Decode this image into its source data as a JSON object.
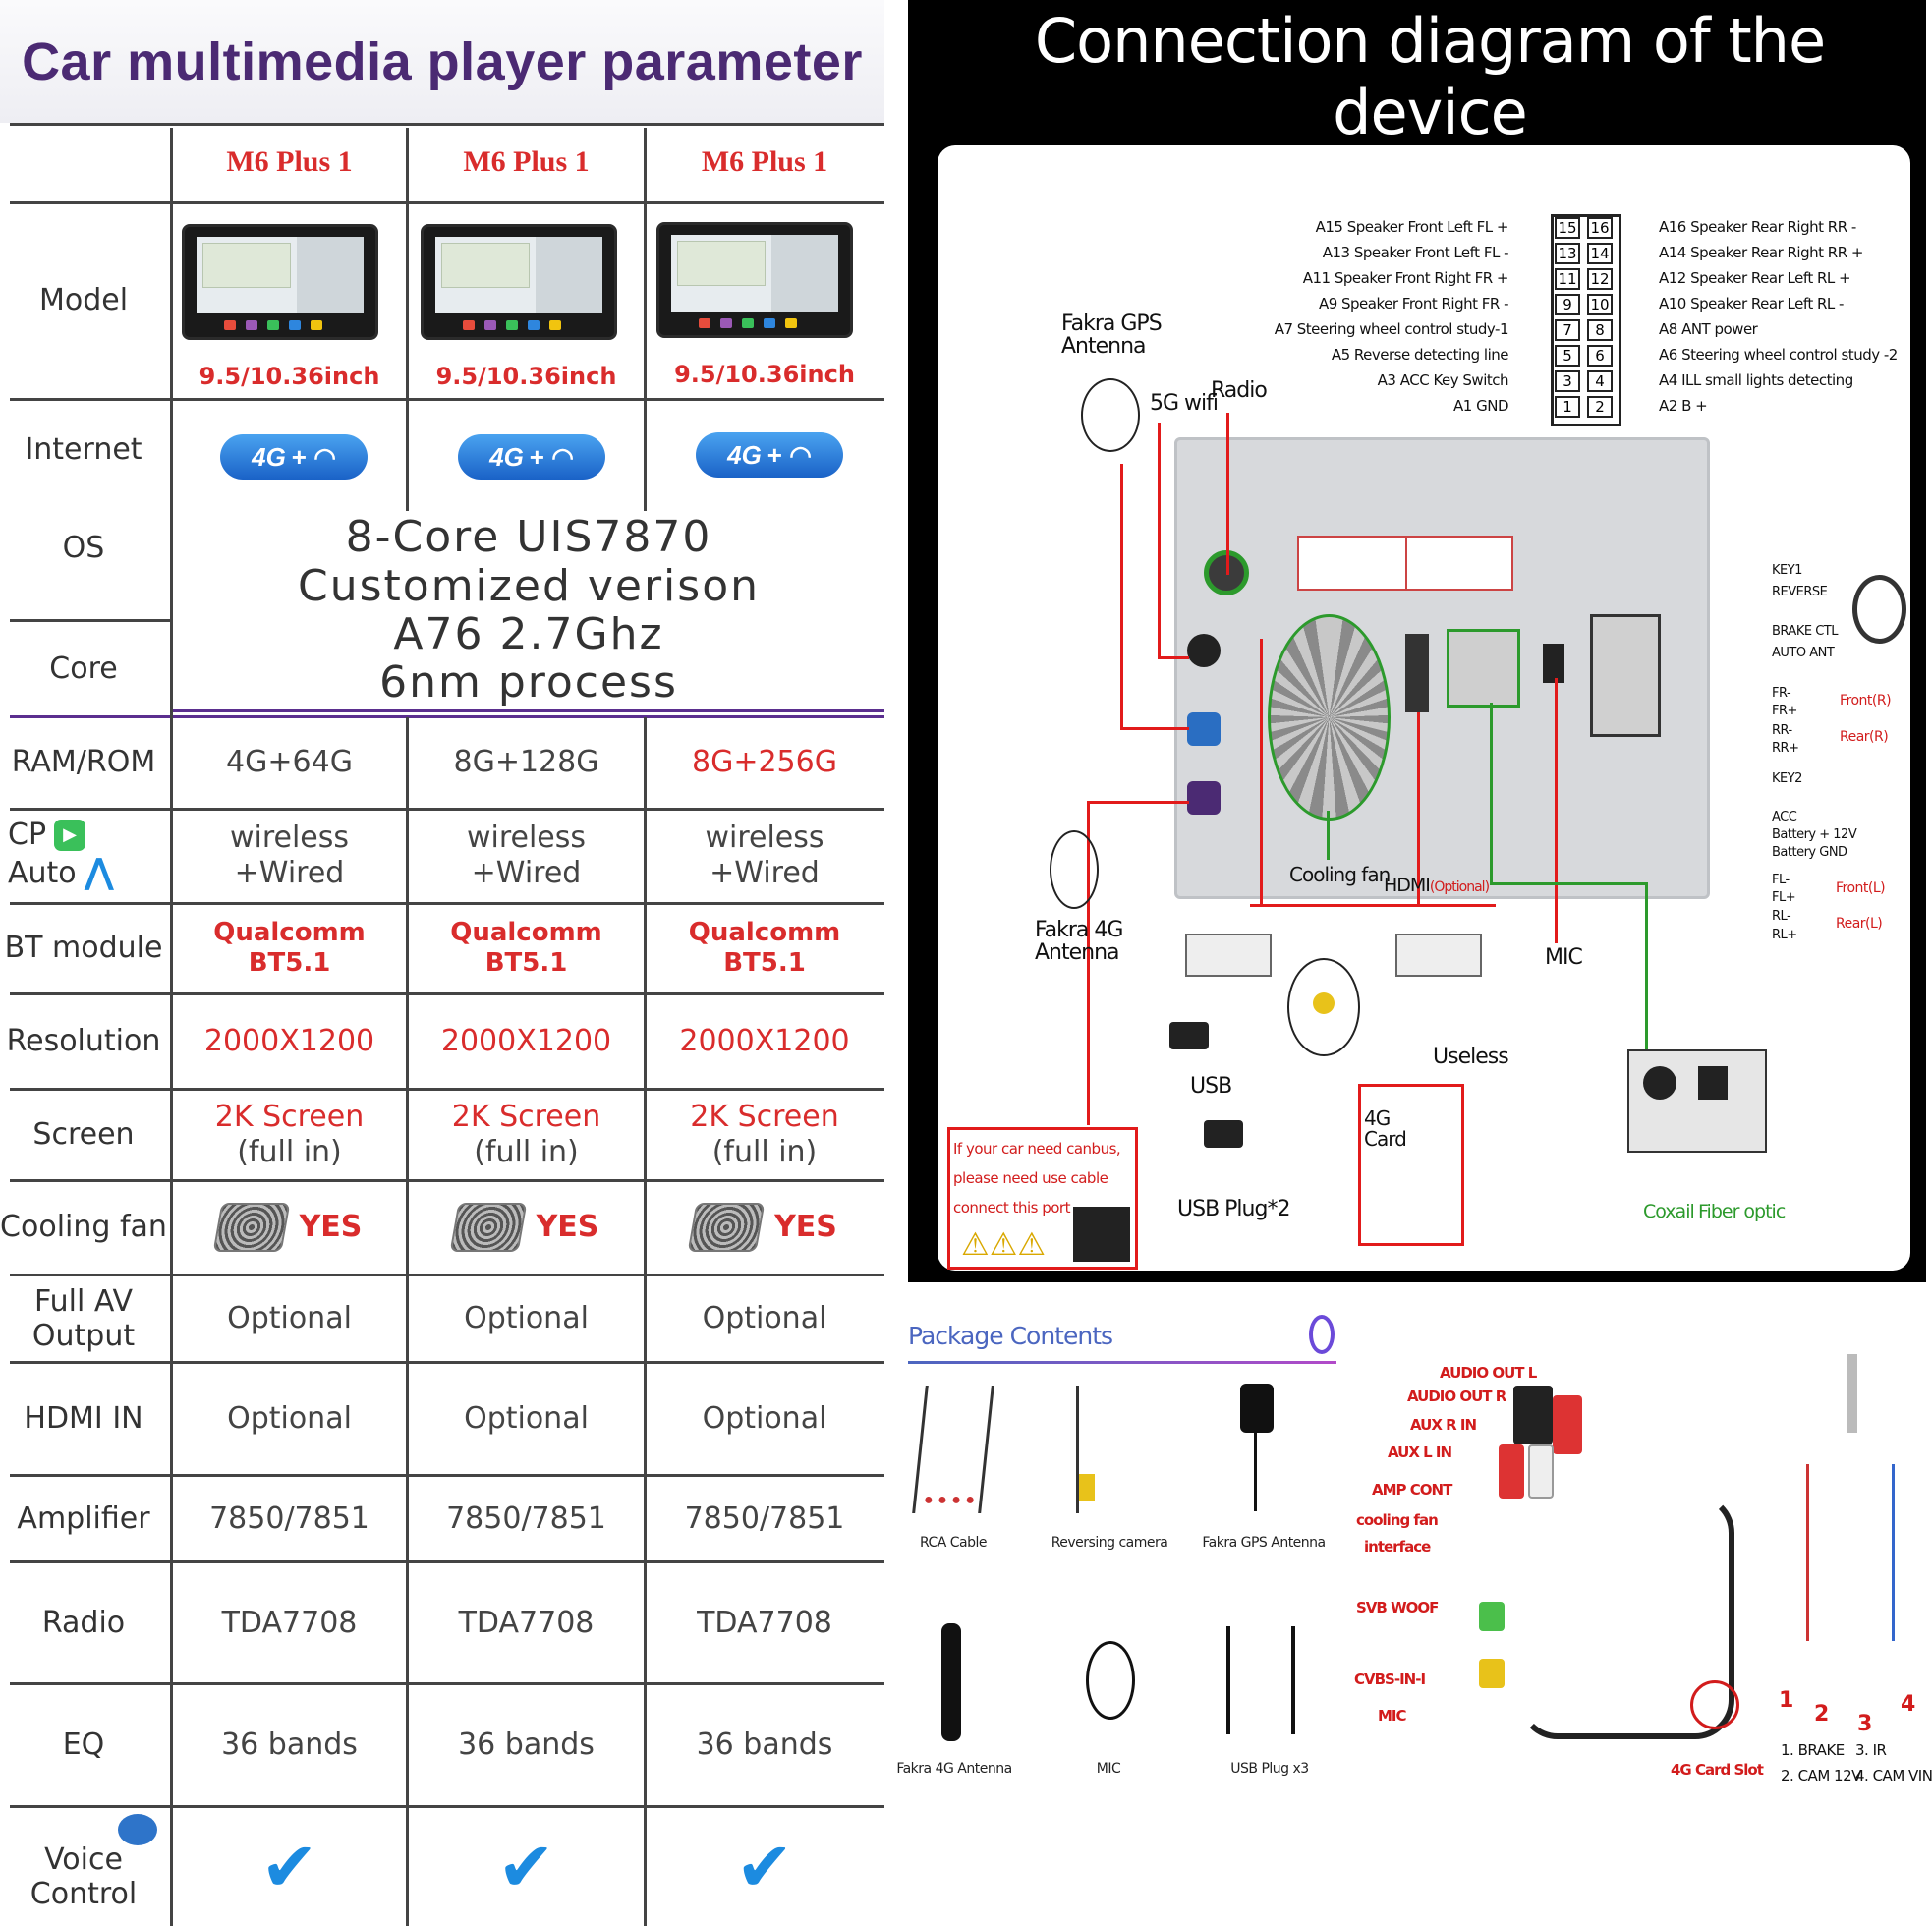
{
  "spec": {
    "title": "Car multimedia player parameter",
    "columns": [
      "M6 Plus 1",
      "M6 Plus 1",
      "M6 Plus 1"
    ],
    "screen_sizes": [
      "9.5/10.36inch",
      "9.5/10.36inch",
      "9.5/10.36inch"
    ],
    "labels": {
      "model": "Model",
      "internet": "Internet",
      "os": "OS",
      "core": "Core",
      "ram": "RAM/ROM",
      "cp_line1": "CP",
      "cp_line2": "Auto",
      "bt": "BT module",
      "resolution": "Resolution",
      "screen": "Screen",
      "fan": "Cooling fan",
      "av_line1": "Full AV",
      "av_line2": "Output",
      "hdmi": "HDMI IN",
      "amp": "Amplifier",
      "radio": "Radio",
      "eq": "EQ",
      "voice_line1": "Voice",
      "voice_line2": "Control"
    },
    "badge_4g": "4G",
    "os_lines": [
      "8-Core UIS7870",
      "Customized verison",
      "A76 2.7Ghz",
      "6nm process"
    ],
    "ram": [
      "4G+64G",
      "8G+128G",
      "8G+256G"
    ],
    "cp": {
      "line1": "wireless",
      "line2": "+Wired"
    },
    "bt": {
      "line1": "Qualcomm",
      "line2": "BT5.1"
    },
    "resolution": "2000X1200",
    "screen": {
      "line1": "2K Screen",
      "line2": "(full in)"
    },
    "fan": "YES",
    "av": "Optional",
    "hdmi": "Optional",
    "amp": "7850/7851",
    "radio": "TDA7708",
    "eq": "36 bands",
    "voice": "✔"
  },
  "diagram": {
    "title": "Connection diagram of the device",
    "pins_left": [
      "A15 Speaker Front Left FL +",
      "A13 Speaker Front Left FL -",
      "A11 Speaker Front Right FR +",
      "A9 Speaker Front Right FR -",
      "A7 Steering wheel control study-1",
      "A5 Reverse detecting line",
      "A3 ACC Key Switch",
      "A1 GND"
    ],
    "pins_right": [
      "A16 Speaker Rear Right RR -",
      "A14 Speaker Rear Right RR +",
      "A12 Speaker Rear Left RL +",
      "A10 Speaker Rear Left RL -",
      "A8  ANT power",
      "A6  Steering wheel control study -2",
      "A4  ILL small lights detecting",
      "A2  B +"
    ],
    "pin_numbers_left": [
      "15",
      "13",
      "11",
      "9",
      "7",
      "5",
      "3",
      "1"
    ],
    "pin_numbers_right": [
      "16",
      "14",
      "12",
      "10",
      "8",
      "6",
      "4",
      "2"
    ],
    "gps_line1": "Fakra GPS",
    "gps_line2": "Antenna",
    "wifi": "5G wifi",
    "radio": "Radio",
    "fourg_line1": "Fakra 4G",
    "fourg_line2": "Antenna",
    "cooling": "Cooling fan",
    "hdmi": "HDMI",
    "hdmi_opt": "(Optional)",
    "mic": "MIC",
    "usb": "USB",
    "usb_plug": "USB Plug*2",
    "useless": "Useless",
    "card_line1": "4G",
    "card_line2": "Card",
    "coax": "Coxail",
    "fiber": "Fiber optic",
    "right_labels": [
      "KEY1",
      "REVERSE",
      "BRAKE CTL",
      "AUTO ANT",
      "FR-",
      "FR+",
      "RR-",
      "RR+",
      "KEY2",
      "ACC",
      "Battery + 12V",
      "Battery GND",
      "FL-",
      "FL+",
      "RL-",
      "RL+"
    ],
    "front_r": "Front(R)",
    "rear_r": "Rear(R)",
    "front_l": "Front(L)",
    "rear_l": "Rear(L)",
    "warn_line1": "If your car need canbus,",
    "warn_line2": "please need use cable",
    "warn_line3": "connect this port"
  },
  "package": {
    "title": "Package Contents",
    "items": [
      "RCA Cable",
      "Reversing camera",
      "Fakra GPS Antenna",
      "Fakra 4G Antenna",
      "MIC",
      "USB Plug x3"
    ],
    "harness_labels": [
      "AUDIO OUT L",
      "AUDIO OUT R",
      "AUX R IN",
      "AUX L IN",
      "AMP CONT",
      "cooling fan",
      "interface",
      "SVB WOOF",
      "CVBS-IN-I",
      "MIC",
      "4G Card Slot"
    ],
    "notes": [
      "1. BRAKE",
      "3. IR",
      "2. CAM 12V",
      "4. CAM VIN"
    ],
    "nums": [
      "1",
      "2",
      "3",
      "4"
    ]
  },
  "colors": {
    "accent_purple": "#4b2a73",
    "red": "#d92c2c",
    "blue": "#1c8be0",
    "green": "#2c9a2c"
  }
}
